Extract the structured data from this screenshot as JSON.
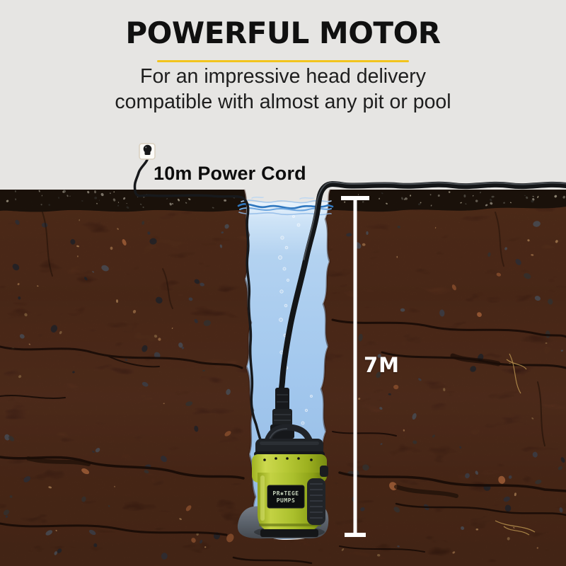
{
  "page": {
    "background_color": "#e6e5e3"
  },
  "header": {
    "title": "POWERFUL MOTOR",
    "accent_color": "#f2c41d",
    "subtitle_line1": "For an impressive head delivery",
    "subtitle_line2": "compatible with almost any pit or pool"
  },
  "diagram": {
    "power_cord_label": "10m Power Cord",
    "depth_label": "7M",
    "pump": {
      "brand_line1": "PR✱TEGE",
      "brand_line2": "PUMPS",
      "body_color": "#b5c734"
    },
    "colors": {
      "soil": "#74371f",
      "topsoil": "#191615",
      "water": "#a5c9ee",
      "measurement_line": "#ffffff",
      "cord": "#17191c"
    }
  }
}
